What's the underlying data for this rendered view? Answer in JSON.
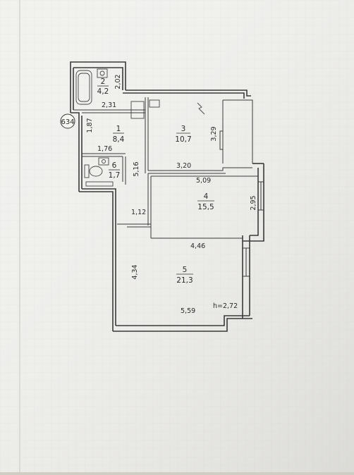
{
  "plan": {
    "building_number": "634",
    "ceiling_height": "h=2,72",
    "rooms": [
      {
        "number": "1",
        "area": "8,4"
      },
      {
        "number": "2",
        "area": "4,2"
      },
      {
        "number": "3",
        "area": "10,7"
      },
      {
        "number": "4",
        "area": "15,5"
      },
      {
        "number": "5",
        "area": "21,3"
      },
      {
        "number": "6",
        "area": "1,7"
      }
    ],
    "dimensions": [
      "2,02",
      "2,31",
      "1,87",
      "1,76",
      "3,29",
      "3,20",
      "5,16",
      "5,09",
      "2,95",
      "1,12",
      "4,46",
      "4,34",
      "5,59"
    ]
  },
  "colors": {
    "paper": "#f1f1ee",
    "background": "#cfcdc4",
    "lines": "#3a3a3a",
    "grid": "#d6dde8"
  }
}
